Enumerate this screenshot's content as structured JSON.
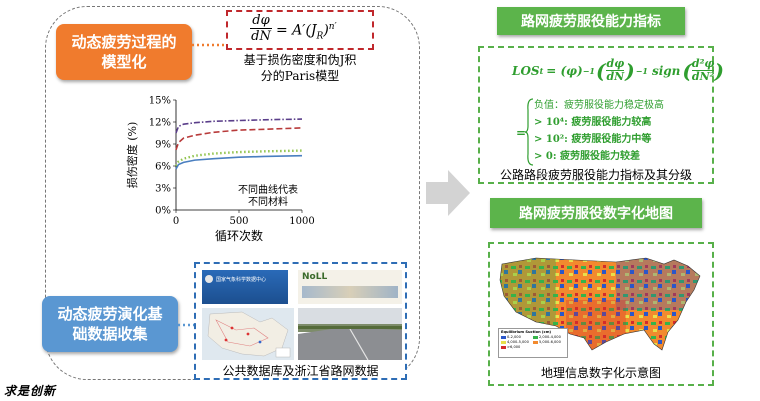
{
  "fatigue_model": {
    "title": "动态疲劳过程的模型化",
    "formula_lhs_num": "dφ",
    "formula_lhs_den": "dN",
    "formula_rhs": "= A′(J",
    "formula_sub": "R",
    "formula_close": ")",
    "formula_exp": "n′",
    "caption_line1": "基于损伤密度和伪J积",
    "caption_line2": "分的Paris模型"
  },
  "chart_data": {
    "type": "line",
    "xlabel": "循环次数",
    "ylabel": "损伤密度 (%)",
    "xlim": [
      0,
      1000
    ],
    "ylim": [
      0,
      15
    ],
    "xticks": [
      "0",
      "500",
      "1000"
    ],
    "yticks": [
      "0%",
      "3%",
      "6%",
      "9%",
      "12%",
      "15%"
    ],
    "annotation_line1": "不同曲线代表",
    "annotation_line2": "不同材料",
    "series": [
      {
        "style": "dashdot",
        "color": "#5a3e8a",
        "x": [
          0,
          20,
          60,
          150,
          300,
          500,
          700,
          1000
        ],
        "y": [
          10.5,
          11.4,
          11.7,
          11.9,
          12.1,
          12.2,
          12.3,
          12.4
        ]
      },
      {
        "style": "dashed",
        "color": "#b83a3a",
        "x": [
          0,
          20,
          60,
          150,
          300,
          500,
          700,
          1000
        ],
        "y": [
          8.2,
          9.2,
          9.8,
          10.2,
          10.6,
          10.9,
          11.0,
          11.2
        ]
      },
      {
        "style": "dotted",
        "color": "#8fc24a",
        "x": [
          0,
          20,
          60,
          150,
          300,
          500,
          700,
          1000
        ],
        "y": [
          6.0,
          6.6,
          7.0,
          7.4,
          7.7,
          7.9,
          8.0,
          8.1
        ]
      },
      {
        "style": "solid",
        "color": "#4a7fc0",
        "x": [
          0,
          20,
          60,
          150,
          300,
          500,
          700,
          1000
        ],
        "y": [
          5.6,
          6.2,
          6.5,
          6.8,
          7.0,
          7.2,
          7.3,
          7.4
        ]
      }
    ]
  },
  "data_collection": {
    "title": "动态疲劳演化基础数据收集",
    "caption": "公共数据库及浙江省路网数据",
    "site_title": "国家气象科学数据中心",
    "site_logo": "NoLL"
  },
  "capability": {
    "title": "路网疲劳服役能力指标",
    "formula_lhs": "LOS",
    "formula_sub": "t",
    "formula_mid": "= (φ)",
    "formula_exp": "−1",
    "formula_sign": "sign",
    "bracket_eq": "=",
    "levels": [
      "负值：疲劳服役能力稳定极高",
      "> 10⁴: 疲劳服役能力较高",
      "> 10²: 疲劳服役能力中等",
      "> 0: 疲劳服役能力较差"
    ],
    "caption": "公路路段疲劳服役能力指标及其分级"
  },
  "map": {
    "title": "路网疲劳服役数字化地图",
    "caption": "地理信息数字化示意图",
    "legend_title": "Equilibrium Suction (cm)",
    "legend_items": [
      "0-2,000",
      "2,000-4,000",
      "4,000-5,000",
      "5,000-6,000",
      ">6,000"
    ],
    "legend_colors": [
      "#2b57c9",
      "#36b34a",
      "#e8e04a",
      "#f28a2e",
      "#d42b2b"
    ]
  },
  "footer": {
    "brand": "求是创新"
  },
  "colors": {
    "orange": "#f07b2d",
    "blue": "#5a97d2",
    "green": "#5cb44b",
    "red": "#c0282c"
  }
}
